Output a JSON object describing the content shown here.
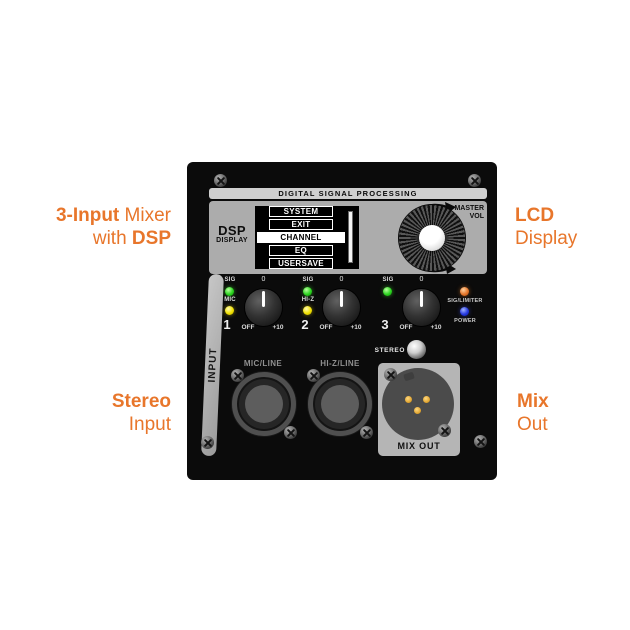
{
  "colors": {
    "accent_orange": "#e8762b",
    "panel_black": "#0b0b0b",
    "panel_gray": "#acacac",
    "led_green": "#2bd41f",
    "led_yellow": "#f0e000",
    "led_orange": "#e6762a",
    "led_blue": "#2438e0",
    "xlr_pin_gold": "#e0a32e"
  },
  "callouts": {
    "top_left": {
      "line1_bold": "3-Input",
      "line1_rest": " Mixer",
      "line2_rest": "with ",
      "line2_bold": "DSP"
    },
    "top_right": {
      "line1_bold": "LCD",
      "line2": "Display"
    },
    "bottom_left": {
      "line1_bold": "Stereo",
      "line2": "Input"
    },
    "bottom_right": {
      "line1_bold": "Mix",
      "line2": "Out"
    }
  },
  "panel": {
    "header": "DIGITAL SIGNAL PROCESSING",
    "dsp_display": {
      "label_line1": "DSP",
      "label_line2": "DISPLAY",
      "menu": [
        "SYSTEM",
        "EXIT",
        "CHANNEL",
        "EQ",
        "USERSAVE"
      ],
      "selected_item": "CHANNEL"
    },
    "master_volume": {
      "label_line1": "MASTER",
      "label_line2": "VOL"
    },
    "channels": [
      {
        "number": "1",
        "signal_led": "SIG",
        "input_led": "MIC",
        "knob_zero": "0",
        "knob_min": "OFF",
        "knob_max": "+10"
      },
      {
        "number": "2",
        "signal_led": "SIG",
        "input_led": "HI-Z",
        "knob_zero": "0",
        "knob_min": "OFF",
        "knob_max": "+10"
      },
      {
        "number": "3",
        "signal_led": "SIG",
        "knob_zero": "0",
        "knob_min": "OFF",
        "knob_max": "+10"
      }
    ],
    "status_leds": [
      {
        "label": "SIG/LIMITER"
      },
      {
        "label": "POWER"
      }
    ],
    "stereo_jack_label": "STEREO",
    "input_section_label": "INPUT",
    "combo_jack_labels": [
      "MIC/LINE",
      "HI-Z/LINE"
    ],
    "mix_out_label": "MIX OUT"
  }
}
